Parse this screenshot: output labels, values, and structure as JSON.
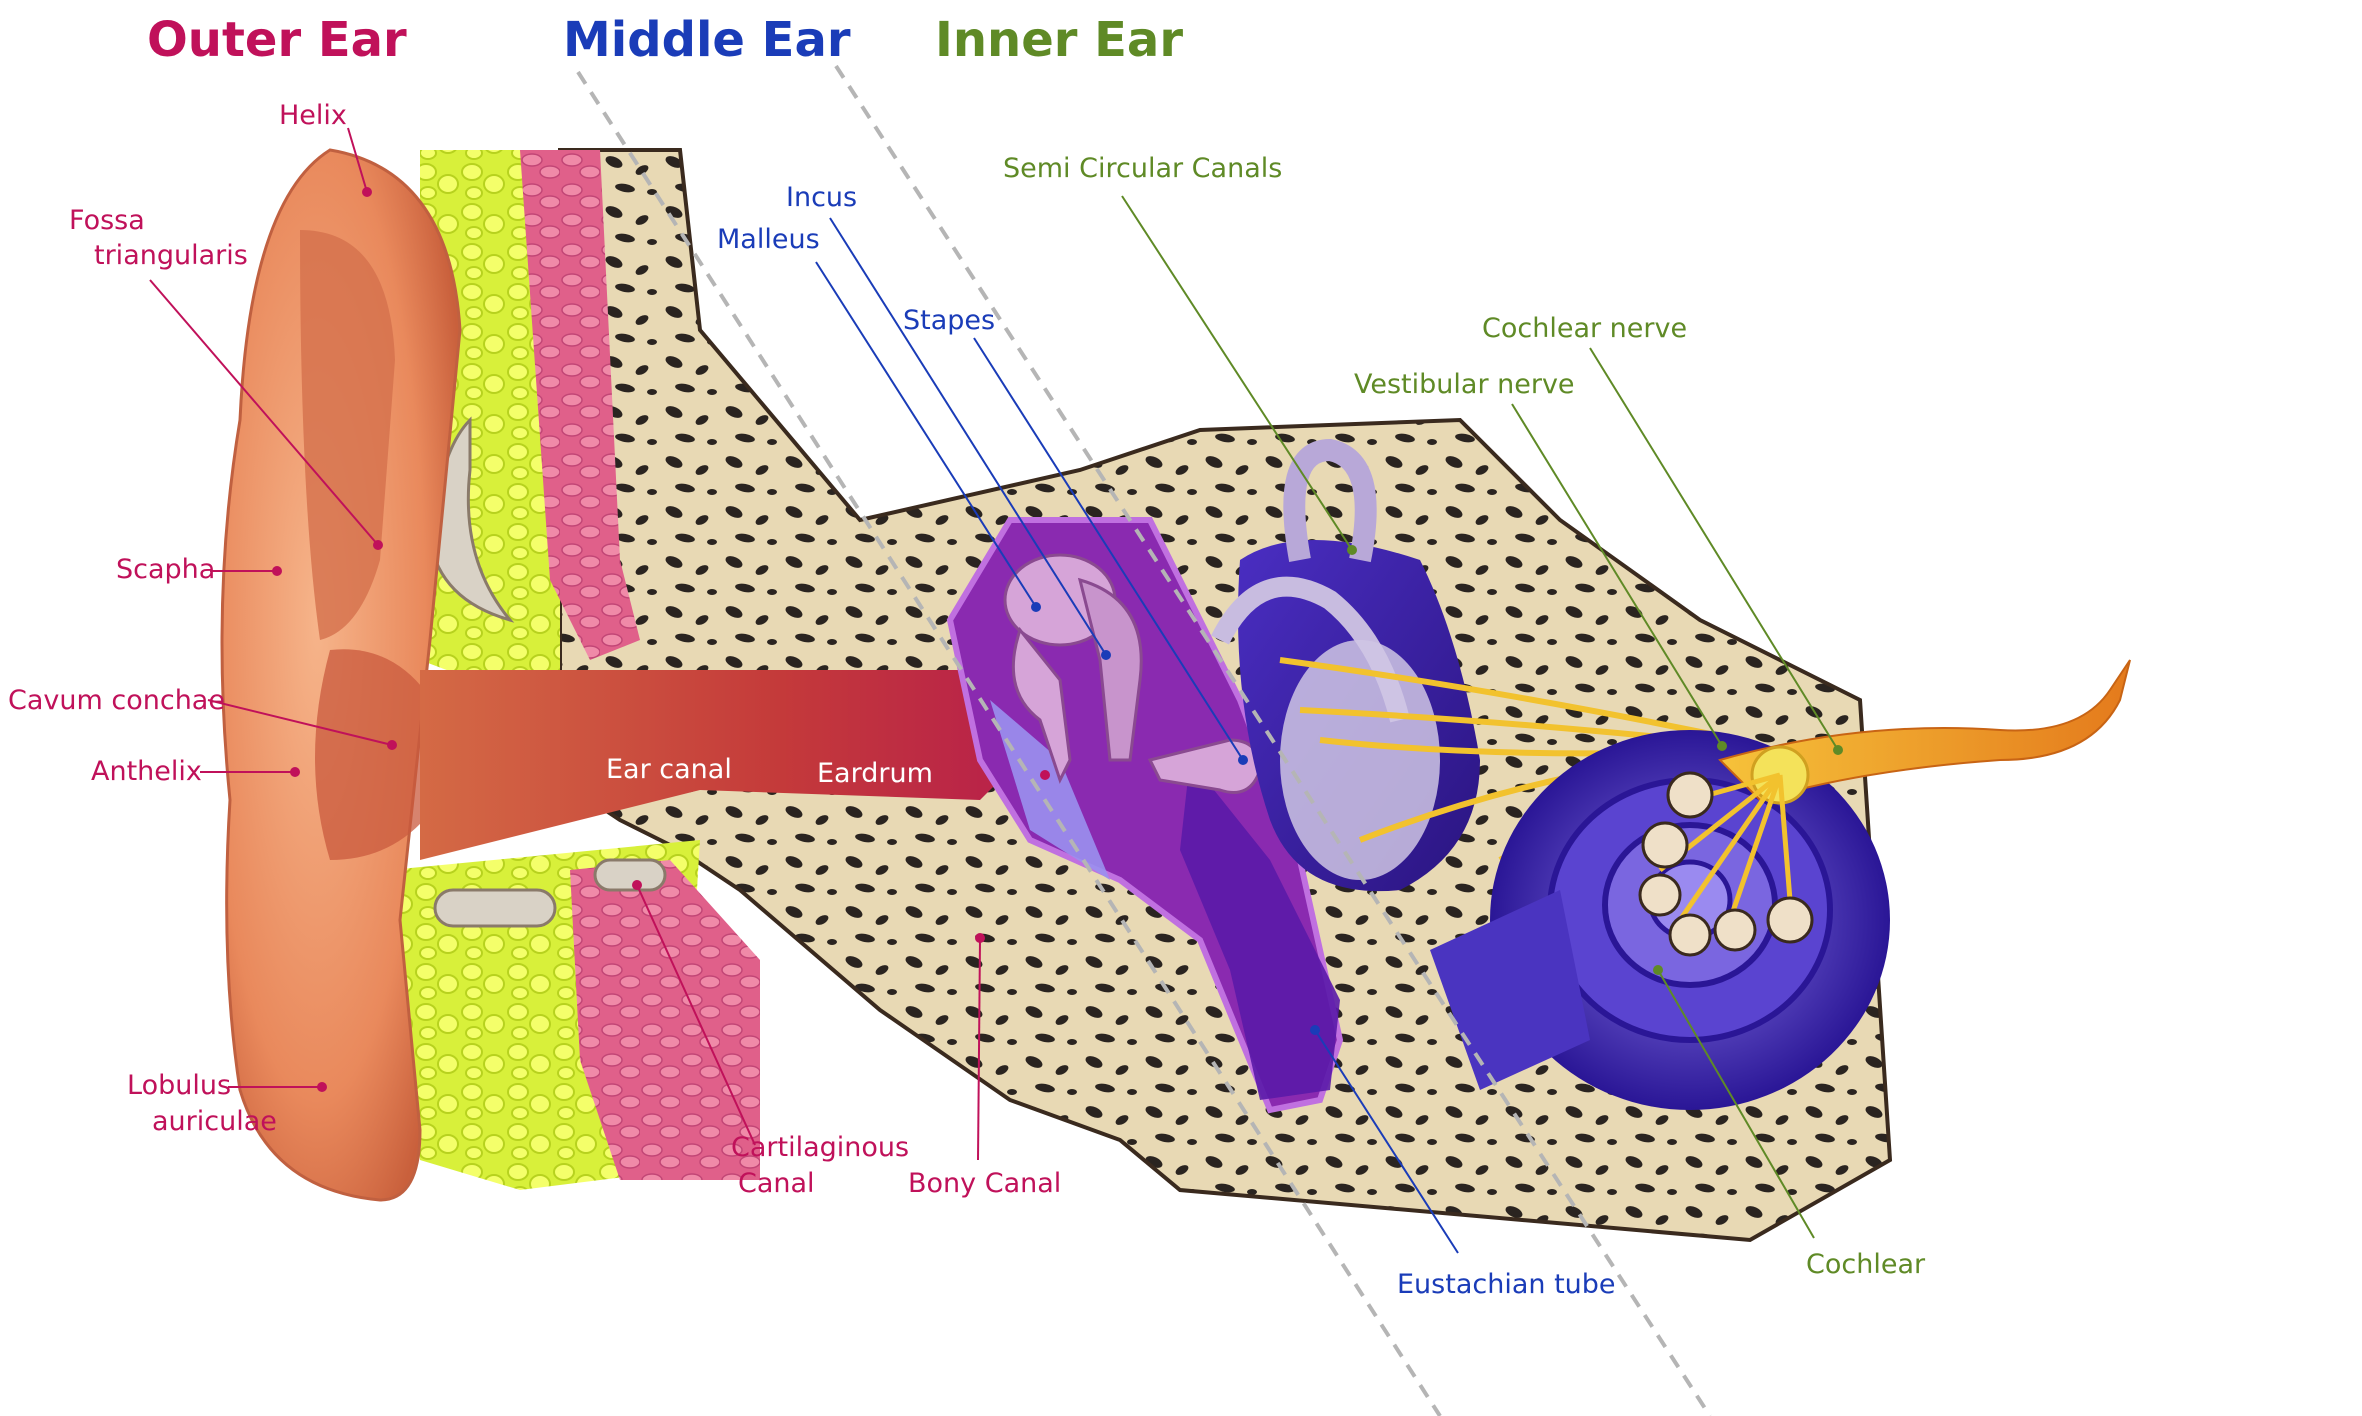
{
  "colors": {
    "outer": "#c0115a",
    "middle": "#1a3cb8",
    "inner": "#5f8a26"
  },
  "headers": {
    "outer": "Outer Ear",
    "middle": "Middle Ear",
    "inner": "Inner Ear"
  },
  "labels": {
    "helix": "Helix",
    "fossa_1": "Fossa",
    "fossa_2": "triangularis",
    "scapha": "Scapha",
    "cavum_conchae": "Cavum conchae",
    "anthelix": "Anthelix",
    "lobulus_1": "Lobulus",
    "lobulus_2": "auriculae",
    "ear_canal": "Ear canal",
    "eardrum": "Eardrum",
    "cartilaginous_1": "Cartilaginous",
    "cartilaginous_2": "Canal",
    "bony_canal": "Bony Canal",
    "incus": "Incus",
    "malleus": "Malleus",
    "stapes": "Stapes",
    "eustachian_tube": "Eustachian tube",
    "semi_circular_canals": "Semi Circular Canals",
    "cochlear_nerve": "Cochlear nerve",
    "vestibular_nerve": "Vestibular nerve",
    "cochlear": "Cochlear"
  }
}
